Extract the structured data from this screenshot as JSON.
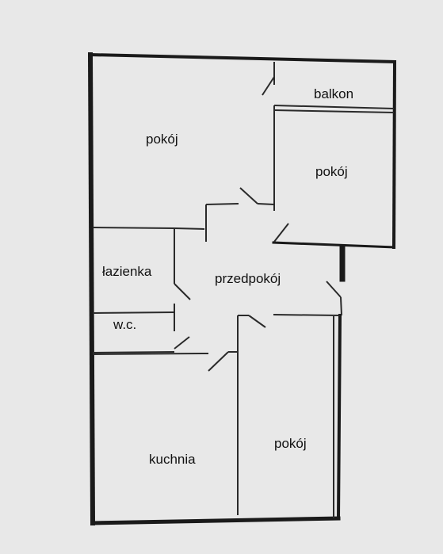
{
  "rooms": {
    "pokoj_top": "pokój",
    "balkon": "balkon",
    "pokoj_right": "pokój",
    "lazienka": "łazienka",
    "przedpokoj": "przedpokój",
    "wc": "w.c.",
    "kuchnia": "kuchnia",
    "pokoj_bottom": "pokój"
  }
}
